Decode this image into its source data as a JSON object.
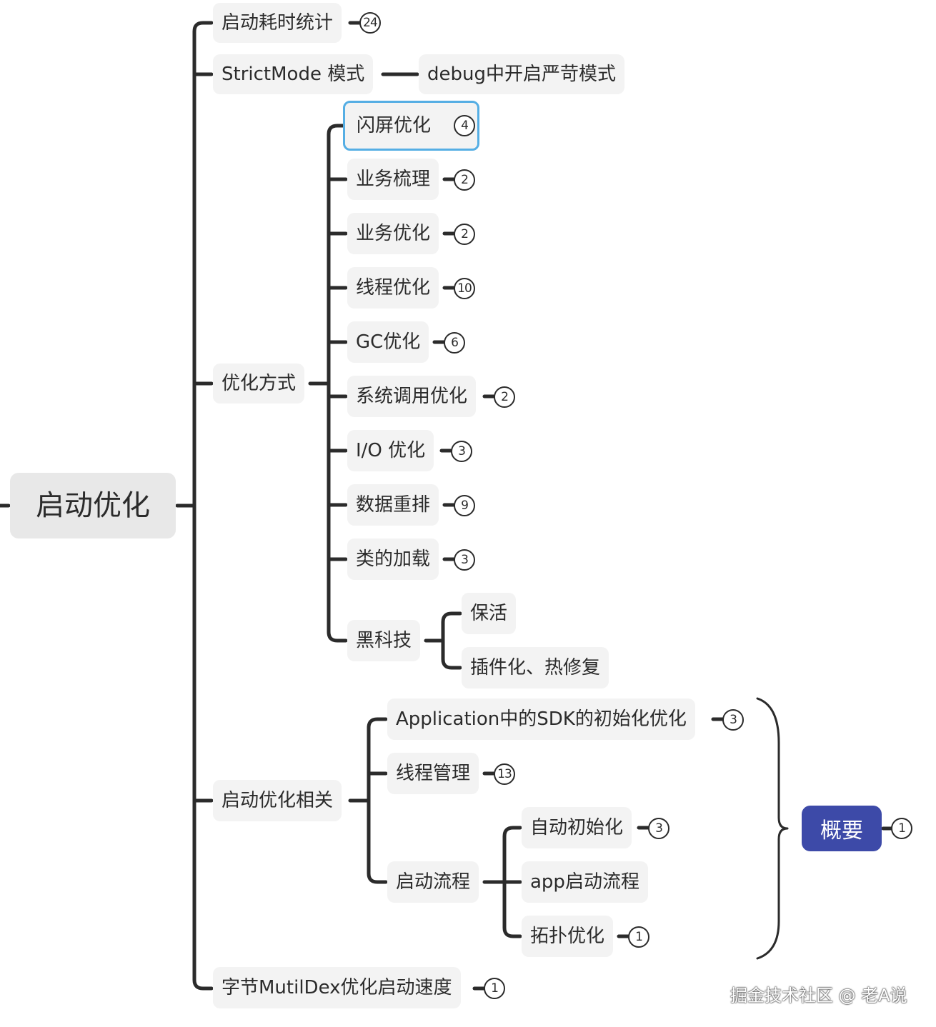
{
  "mindmap": {
    "root": {
      "label": "启动优化"
    },
    "branches": [
      {
        "label": "启动耗时统计",
        "badge": "24"
      },
      {
        "label": "StrictMode 模式",
        "children": [
          {
            "label": "debug中开启严苛模式"
          }
        ]
      },
      {
        "label": "优化方式",
        "children": [
          {
            "label": "闪屏优化",
            "badge": "4"
          },
          {
            "label": "业务梳理",
            "badge": "2"
          },
          {
            "label": "业务优化",
            "badge": "2"
          },
          {
            "label": "线程优化",
            "badge": "10"
          },
          {
            "label": "GC优化",
            "badge": "6"
          },
          {
            "label": "系统调用优化",
            "badge": "2"
          },
          {
            "label": "I/O 优化",
            "badge": "3"
          },
          {
            "label": "数据重排",
            "badge": "9"
          },
          {
            "label": "类的加载",
            "badge": "3"
          },
          {
            "label": "黑科技",
            "children": [
              {
                "label": "保活"
              },
              {
                "label": "插件化、热修复"
              }
            ]
          }
        ]
      },
      {
        "label": "启动优化相关",
        "children": [
          {
            "label": "Application中的SDK的初始化优化",
            "badge": "3"
          },
          {
            "label": "线程管理",
            "badge": "13"
          },
          {
            "label": "启动流程",
            "children": [
              {
                "label": "自动初始化",
                "badge": "3"
              },
              {
                "label": "app启动流程"
              },
              {
                "label": "拓扑优化",
                "badge": "1"
              }
            ]
          }
        ]
      },
      {
        "label": "字节MutilDex优化启动速度",
        "badge": "1"
      }
    ],
    "summary": {
      "label": "概要",
      "badge": "1"
    }
  },
  "watermark": "掘金技术社区 @ 老A说",
  "colors": {
    "line": "#2b2b2b",
    "node_bg": "#f3f3f3",
    "root_bg": "#e8e8e8",
    "selected_border": "#55aee4",
    "summary_bg": "#3d4aa8"
  }
}
